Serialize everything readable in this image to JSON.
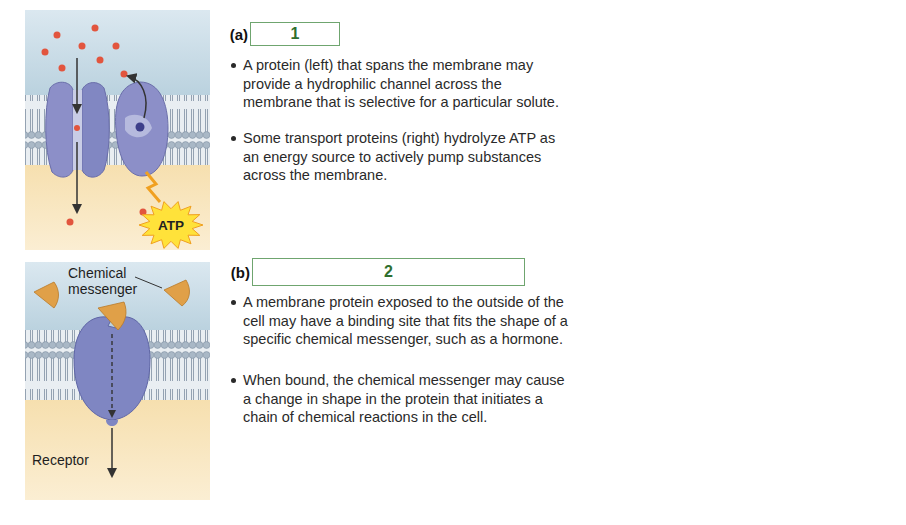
{
  "diagram": {
    "nodes": [
      {
        "text": [
          "(a)",
          "1"
        ]
      },
      {
        "text": [
          "(b)",
          "2"
        ]
      },
      {
        "text": [
          "ATP"
        ]
      }
    ],
    "labels": [
      "A protein (left) that spans the membrane may provide a hydrophilic channel across the membrane that is selective for a particular solute.",
      "Some transport proteins (right) hydrolyze ATP as an energy source to actively pump substances across the membrane.",
      "Chemical messenger",
      "A membrane protein exposed to the outside of the cell may have a binding site that fits the shape of a specific chemical messenger, such as a hormone.",
      "When bound, the chemical messenger may cause a change in shape in the protein that initiates a chain of chemical reactions in the cell.",
      "Receptor"
    ]
  }
}
